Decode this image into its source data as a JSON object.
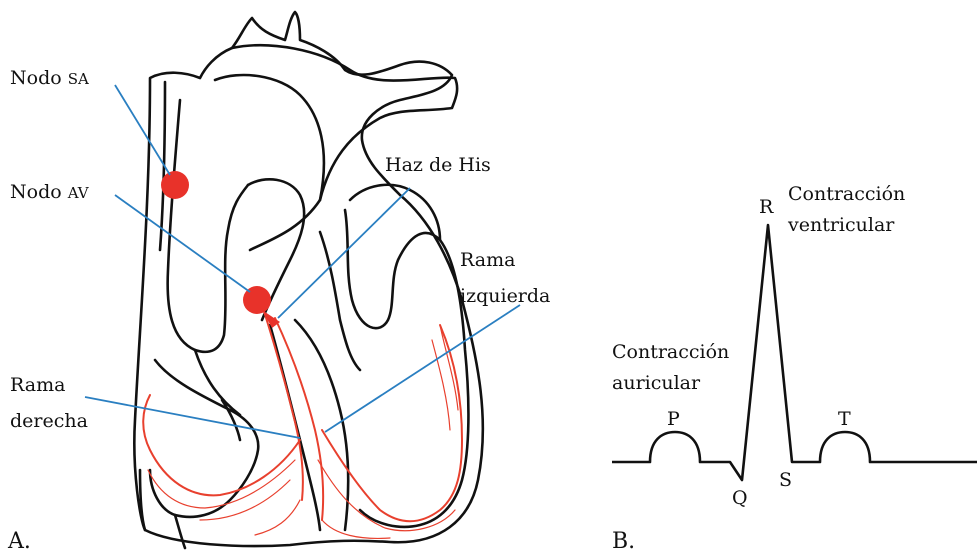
{
  "panel_a": {
    "label": "A.",
    "nodo_sa": {
      "word": "Nodo",
      "abbr": "SA"
    },
    "nodo_av": {
      "word": "Nodo",
      "abbr": "AV"
    },
    "haz_de_his": "Haz de His",
    "rama_izquierda": {
      "line1": "Rama",
      "line2": "izquierda"
    },
    "rama_derecha": {
      "line1": "Rama",
      "line2": "derecha"
    }
  },
  "panel_b": {
    "label": "B.",
    "contraccion_auricular": {
      "line1": "Contracción",
      "line2": "auricular"
    },
    "contraccion_ventricular": {
      "line1": "Contracción",
      "line2": "ventricular"
    },
    "waves": {
      "p": "P",
      "q": "Q",
      "r": "R",
      "s": "S",
      "t": "T"
    }
  },
  "colors": {
    "node": "#e8322a",
    "fibers": "#e8402e",
    "leader_lines": "#2a7fc1",
    "outline": "#111111"
  }
}
